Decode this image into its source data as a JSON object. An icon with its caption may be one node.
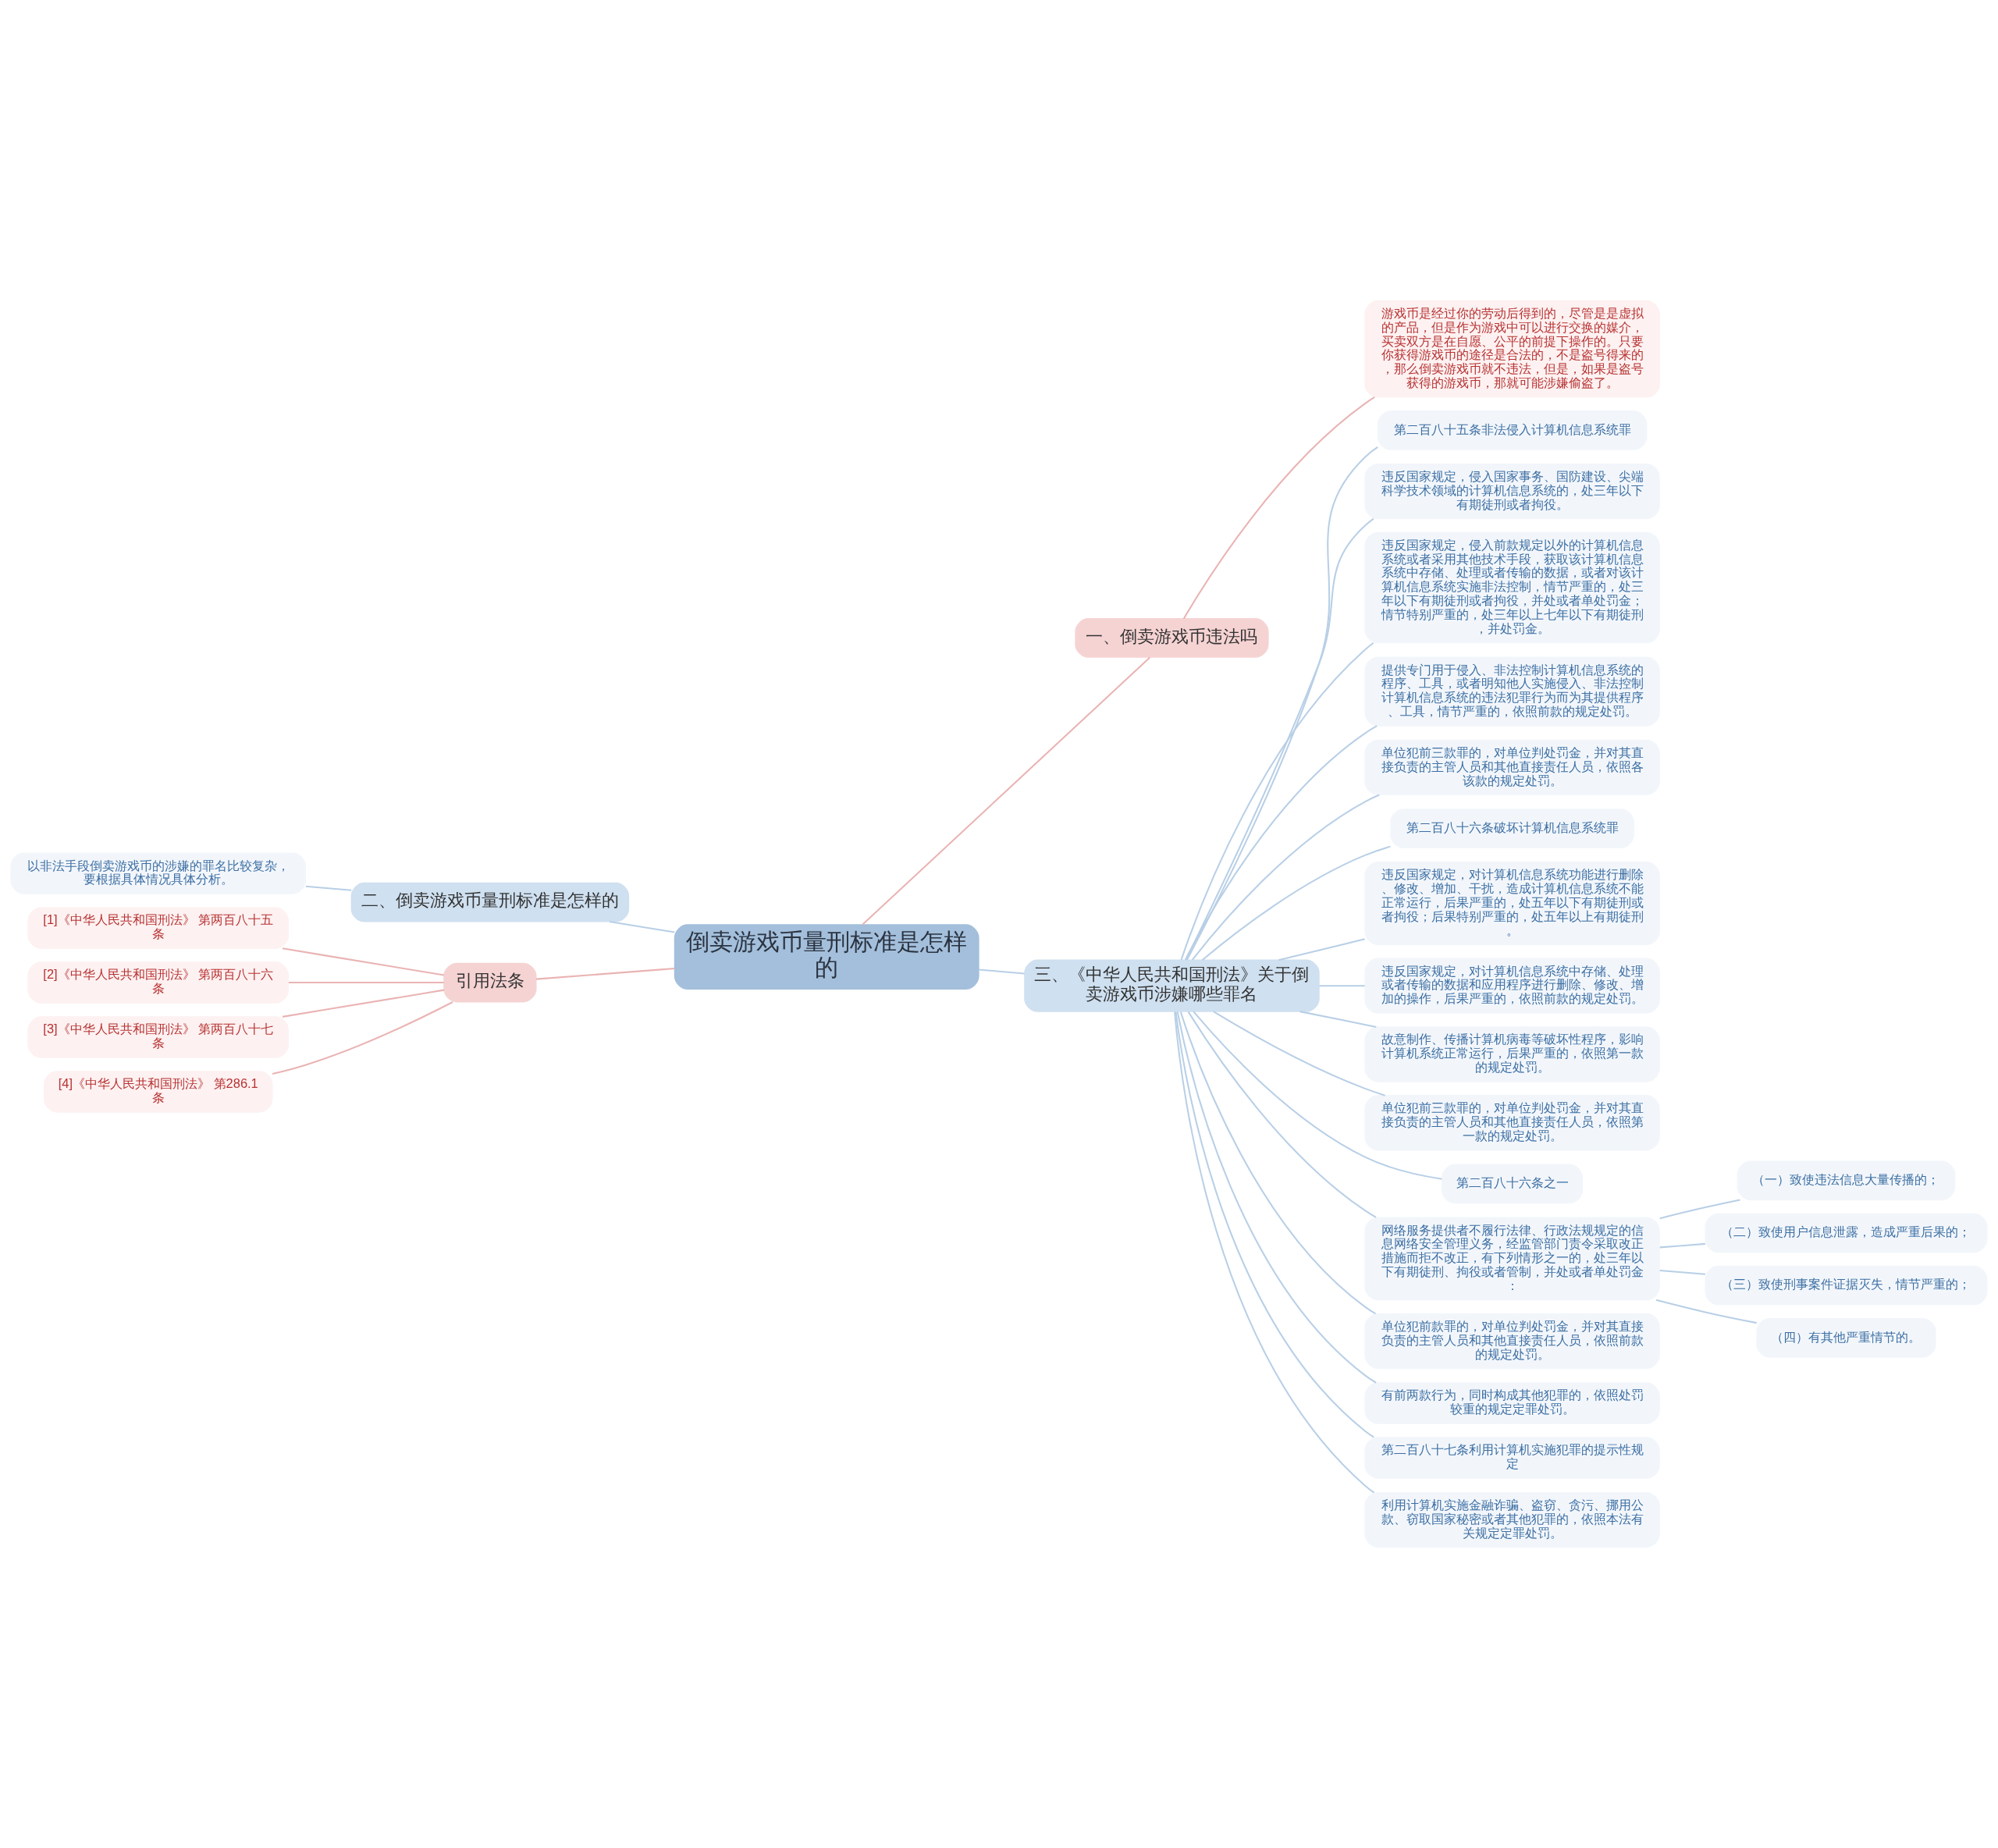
{
  "diagram": {
    "nodes": [
      {
        "text": [
          "倒卖游戏币量刑标准是怎样的"
        ]
      },
      {
        "text": [
          "一、倒卖游戏币违法吗"
        ]
      },
      {
        "text": [
          "游戏币是经过你的劳动后得到的，尽管是是虚拟的产品，但是作为游戏中可以进行交换的媒介，买卖双方是在自愿、公平的前提下操作的。只要你获得游戏币的途径是合法的，不是盗号得来的，那么倒卖游戏币就不违法，但是，如果是盗号获得的游戏币，那就可能涉嫌偷盗了。"
        ]
      },
      {
        "text": [
          "二、倒卖游戏币量刑标准是怎样的"
        ]
      },
      {
        "text": [
          "以非法手段倒卖游戏币的涉嫌的罪名比较复杂，要根据具体情况具体分析。"
        ]
      },
      {
        "text": [
          "引用法条"
        ]
      },
      {
        "text": [
          "[1]《中华人民共和国刑法》 第两百八十五条"
        ]
      },
      {
        "text": [
          "[2]《中华人民共和国刑法》 第两百八十六条"
        ]
      },
      {
        "text": [
          "[3]《中华人民共和国刑法》 第两百八十七条"
        ]
      },
      {
        "text": [
          "[4]《中华人民共和国刑法》 第286.1条"
        ]
      },
      {
        "text": [
          "三、《中华人民共和国刑法》关于倒卖游戏币涉嫌哪些罪名"
        ]
      },
      {
        "text": [
          "第二百八十五条非法侵入计算机信息系统罪"
        ]
      },
      {
        "text": [
          "违反国家规定，侵入国家事务、国防建设、尖端科学技术领域的计算机信息系统的，处三年以下有期徒刑或者拘役。"
        ]
      },
      {
        "text": [
          "违反国家规定，侵入前款规定以外的计算机信息系统或者采用其他技术手段，获取该计算机信息系统中存储、处理或者传输的数据，或者对该计算机信息系统实施非法控制，情节严重的，处三年以下有期徒刑或者拘役，并处或者单处罚金；情节特别严重的，处三年以上七年以下有期徒刑，并处罚金。"
        ]
      },
      {
        "text": [
          "提供专门用于侵入、非法控制计算机信息系统的程序、工具，或者明知他人实施侵入、非法控制计算机信息系统的违法犯罪行为而为其提供程序、工具，情节严重的，依照前款的规定处罚。"
        ]
      },
      {
        "text": [
          "单位犯前三款罪的，对单位判处罚金，并对其直接负责的主管人员和其他直接责任人员，依照各该款的规定处罚。"
        ]
      },
      {
        "text": [
          "第二百八十六条破坏计算机信息系统罪"
        ]
      },
      {
        "text": [
          "违反国家规定，对计算机信息系统功能进行删除、修改、增加、干扰，造成计算机信息系统不能正常运行，后果严重的，处五年以下有期徒刑或者拘役；后果特别严重的，处五年以上有期徒刑。"
        ]
      },
      {
        "text": [
          "违反国家规定，对计算机信息系统中存储、处理或者传输的数据和应用程序进行删除、修改、增加的操作，后果严重的，依照前款的规定处罚。"
        ]
      },
      {
        "text": [
          "故意制作、传播计算机病毒等破坏性程序，影响计算机系统正常运行，后果严重的，依照第一款的规定处罚。"
        ]
      },
      {
        "text": [
          "单位犯前三款罪的，对单位判处罚金，并对其直接负责的主管人员和其他直接责任人员，依照第一款的规定处罚。"
        ]
      },
      {
        "text": [
          "第二百八十六条之一"
        ]
      },
      {
        "text": [
          "网络服务提供者不履行法律、行政法规规定的信息网络安全管理义务，经监管部门责令采取改正措施而拒不改正，有下列情形之一的，处三年以下有期徒刑、拘役或者管制，并处或者单处罚金："
        ]
      },
      {
        "text": [
          "（一）致使违法信息大量传播的；"
        ]
      },
      {
        "text": [
          "（二）致使用户信息泄露，造成严重后果的；"
        ]
      },
      {
        "text": [
          "（三）致使刑事案件证据灭失，情节严重的；"
        ]
      },
      {
        "text": [
          "（四）有其他严重情节的。"
        ]
      },
      {
        "text": [
          "单位犯前款罪的，对单位判处罚金，并对其直接负责的主管人员和其他直接责任人员，依照前款的规定处罚。"
        ]
      },
      {
        "text": [
          "有前两款行为，同时构成其他犯罪的，依照处罚较重的规定定罪处罚。"
        ]
      },
      {
        "text": [
          "第二百八十七条利用计算机实施犯罪的提示性规定"
        ]
      },
      {
        "text": [
          "利用计算机实施金融诈骗、盗窃、贪污、挪用公款、窃取国家秘密或者其他犯罪的，依照本法有关规定定罪处罚。"
        ]
      }
    ],
    "edges": [
      {
        "from": 0,
        "to": 1,
        "arrow": "none",
        "color": "#eab3b3"
      },
      {
        "from": 1,
        "to": 2,
        "arrow": "none",
        "color": "#eab3b3"
      },
      {
        "from": 0,
        "to": 3,
        "arrow": "none"
      },
      {
        "from": 3,
        "to": 4,
        "arrow": "none"
      },
      {
        "from": 0,
        "to": 5,
        "arrow": "none",
        "color": "#eab3b3"
      },
      {
        "from": 5,
        "to": 6,
        "arrow": "none",
        "color": "#eab3b3"
      },
      {
        "from": 5,
        "to": 7,
        "arrow": "none",
        "color": "#eab3b3"
      },
      {
        "from": 5,
        "to": 8,
        "arrow": "none",
        "color": "#eab3b3"
      },
      {
        "from": 5,
        "to": 9,
        "arrow": "none",
        "color": "#eab3b3"
      },
      {
        "from": 0,
        "to": 10,
        "arrow": "none"
      },
      {
        "from": 10,
        "to": 11,
        "arrow": "none"
      },
      {
        "from": 10,
        "to": 12,
        "arrow": "none"
      },
      {
        "from": 10,
        "to": 13,
        "arrow": "none"
      },
      {
        "from": 10,
        "to": 14,
        "arrow": "none"
      },
      {
        "from": 10,
        "to": 15,
        "arrow": "none"
      },
      {
        "from": 10,
        "to": 16,
        "arrow": "none"
      },
      {
        "from": 10,
        "to": 17,
        "arrow": "none"
      },
      {
        "from": 10,
        "to": 18,
        "arrow": "none"
      },
      {
        "from": 10,
        "to": 19,
        "arrow": "none"
      },
      {
        "from": 10,
        "to": 20,
        "arrow": "none"
      },
      {
        "from": 10,
        "to": 21,
        "arrow": "none"
      },
      {
        "from": 10,
        "to": 22,
        "arrow": "none"
      },
      {
        "from": 22,
        "to": 23,
        "arrow": "none"
      },
      {
        "from": 22,
        "to": 24,
        "arrow": "none"
      },
      {
        "from": 22,
        "to": 25,
        "arrow": "none"
      },
      {
        "from": 22,
        "to": 26,
        "arrow": "none"
      },
      {
        "from": 10,
        "to": 27,
        "arrow": "none"
      },
      {
        "from": 10,
        "to": 28,
        "arrow": "none"
      },
      {
        "from": 10,
        "to": 29,
        "arrow": "none"
      },
      {
        "from": 10,
        "to": 30,
        "arrow": "none"
      }
    ]
  }
}
